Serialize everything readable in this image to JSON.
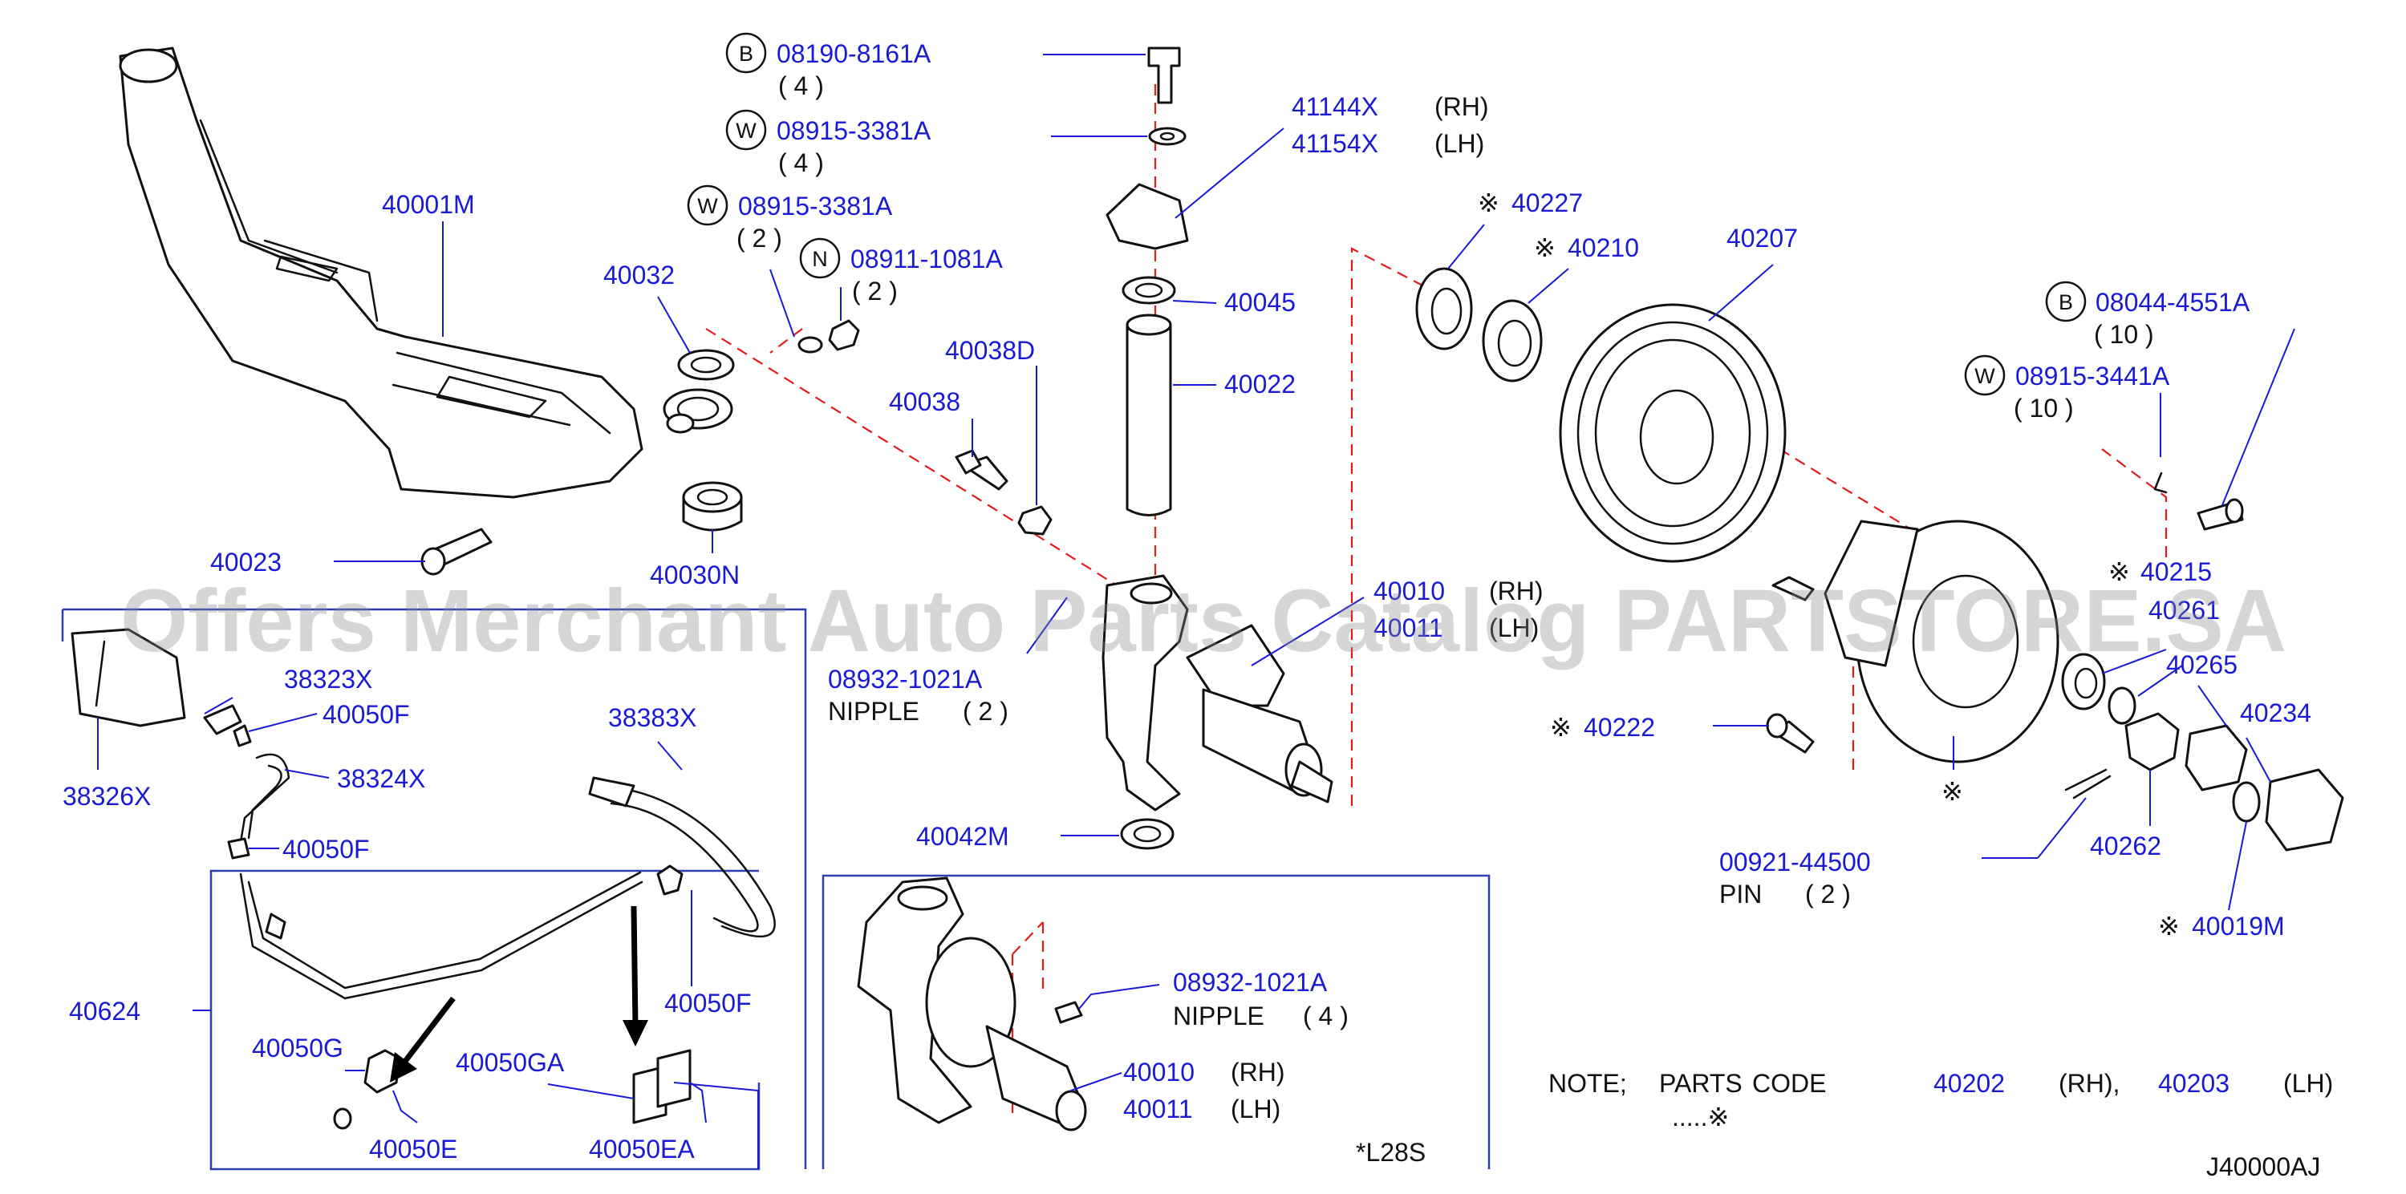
{
  "watermark": "Offers Merchant Auto Parts Catalog PARTSTORE.SA",
  "diagram_code": "J40000AJ",
  "variant_label": "*L28S",
  "callouts": {
    "b1_letter": "B",
    "b1_part": "08190-8161A",
    "b1_qty": "( 4 )",
    "w1_letter": "W",
    "w1_part": "08915-3381A",
    "w1_qty": "( 4 )",
    "w2_letter": "W",
    "w2_part": "08915-3381A",
    "w2_qty": "( 2 )",
    "n1_letter": "N",
    "n1_part": "08911-1081A",
    "n1_qty": "( 2 )",
    "b2_letter": "B",
    "b2_part": "08044-4551A",
    "b2_qty": "( 10 )",
    "w3_letter": "W",
    "w3_part": "08915-3441A",
    "w3_qty": "( 10 )"
  },
  "labels": {
    "p40001M": "40001M",
    "p40032": "40032",
    "p40023": "40023",
    "p40030N": "40030N",
    "p41144X": "41144X",
    "rh": "(RH)",
    "p41154X": "41154X",
    "lh": "(LH)",
    "p40045": "40045",
    "p40022": "40022",
    "p40038D": "40038D",
    "p40038": "40038",
    "p40010_top": "40010",
    "p40011_top": "40011",
    "p08932_top": "08932-1021A",
    "nipple_top": "NIPPLE",
    "nipple_top_qty": "( 2 )",
    "p40042M": "40042M",
    "p40227": "40227",
    "p40210": "40210",
    "p40207": "40207",
    "p40215": "40215",
    "p40261": "40261",
    "p40265": "40265",
    "p40234": "40234",
    "p40222": "40222",
    "p40262": "40262",
    "p00921": "00921-44500",
    "pin": "PIN",
    "pin_qty": "( 2 )",
    "p40019M": "40019M",
    "p38323X": "38323X",
    "p40050F_a": "40050F",
    "p38324X": "38324X",
    "p38326X": "38326X",
    "p40050F_b": "40050F",
    "p38383X": "38383X",
    "p40624": "40624",
    "p40050F_c": "40050F",
    "p40050G": "40050G",
    "p40050GA": "40050GA",
    "p40050E": "40050E",
    "p40050EA": "40050EA",
    "p08932_inset": "08932-1021A",
    "nipple_inset": "NIPPLE",
    "nipple_inset_qty": "( 4 )",
    "p40010_inset": "40010",
    "p40011_inset": "40011",
    "asterisk": "※"
  },
  "note": {
    "prefix": "NOTE;",
    "parts": "PARTS",
    "code": "CODE",
    "rh_part": "40202",
    "rh": "(RH),",
    "lh_part": "40203",
    "lh": "(LH)",
    "suffix": ".....※"
  }
}
